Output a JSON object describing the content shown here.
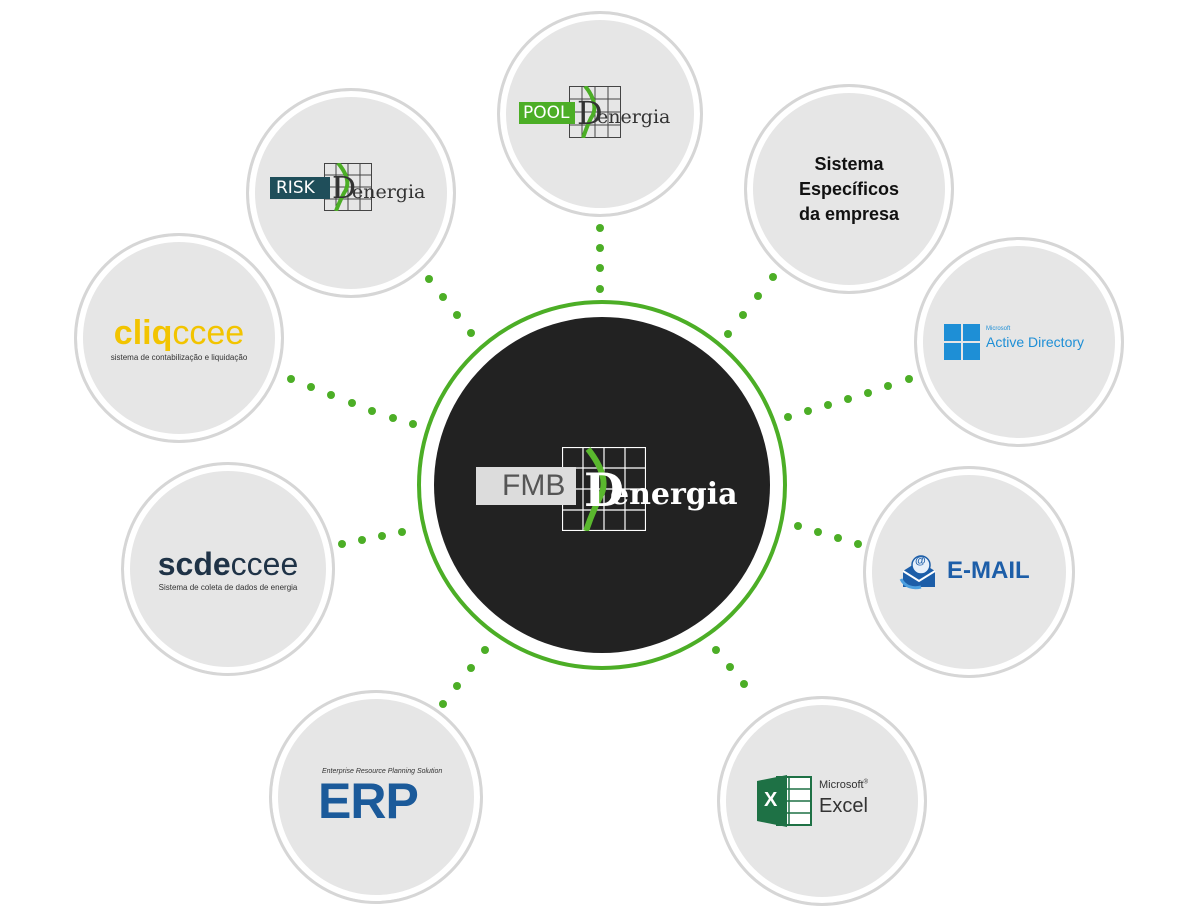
{
  "hub": {
    "prefix": "FMB",
    "letter": "D",
    "suffix": "energia"
  },
  "nodes": {
    "pool": {
      "prefix": "POOL",
      "letter": "D",
      "suffix": "energia"
    },
    "risk": {
      "prefix": "RISK",
      "letter": "D",
      "suffix": "energia"
    },
    "sistema": {
      "line1": "Sistema",
      "line2": "Específicos",
      "line3": "da empresa"
    },
    "cliqccee": {
      "brand_a": "cliq",
      "brand_b": "ccee",
      "caption": "sistema de contabilização e liquidação"
    },
    "active_directory": {
      "vendor": "Microsoft",
      "product": "Active Directory"
    },
    "scdeccee": {
      "brand_a": "scde",
      "brand_b": "ccee",
      "caption": "Sistema de coleta de dados de energia"
    },
    "email": {
      "label": "E-MAIL",
      "at": "@"
    },
    "erp": {
      "tagline": "Enterprise Resource Planning Solution",
      "label": "ERP"
    },
    "excel": {
      "vendor": "Microsoft",
      "registered": "®",
      "product": "Excel",
      "glyph": "X"
    }
  },
  "colors": {
    "accent_green": "#4cae26",
    "hub_dark": "#222222",
    "node_fill": "#e6e6e6",
    "risk_box": "#1f4e5a",
    "cliq_yellow": "#f2c400",
    "scde_navy": "#1f3347",
    "ms_blue": "#1e8fd6",
    "email_blue": "#1d5ea8",
    "erp_blue": "#1b5a9a",
    "excel_green": "#1e7145"
  }
}
